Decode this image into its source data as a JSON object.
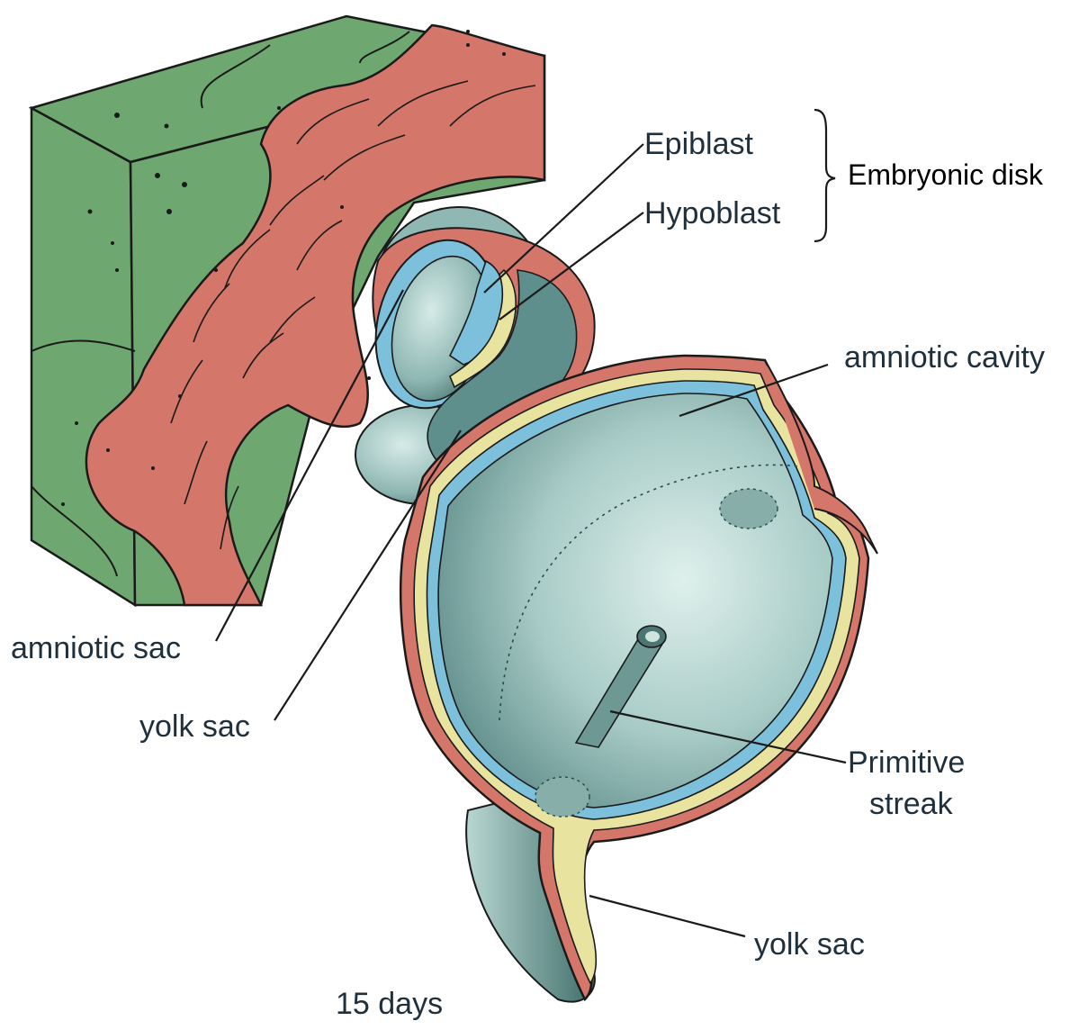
{
  "labels": {
    "epiblast": "Epiblast",
    "hypoblast": "Hypoblast",
    "embryonic_disk": "Embryonic disk",
    "amniotic_cavity": "amniotic cavity",
    "amniotic_sac": "amniotic sac",
    "yolk_sac_upper": "yolk sac",
    "primitive_streak_line1": "Primitive",
    "primitive_streak_line2": "streak",
    "yolk_sac_lower": "yolk sac",
    "caption": "15 days"
  },
  "colors": {
    "endometrium_green": "#6ea870",
    "cytotrophoblast_red": "#d4766a",
    "ectoderm_blue": "#7cc0dc",
    "endoderm_yellow": "#e9e3a0",
    "cavity_grey_green": "#a7c9c6",
    "outline": "#1a1a1a"
  }
}
